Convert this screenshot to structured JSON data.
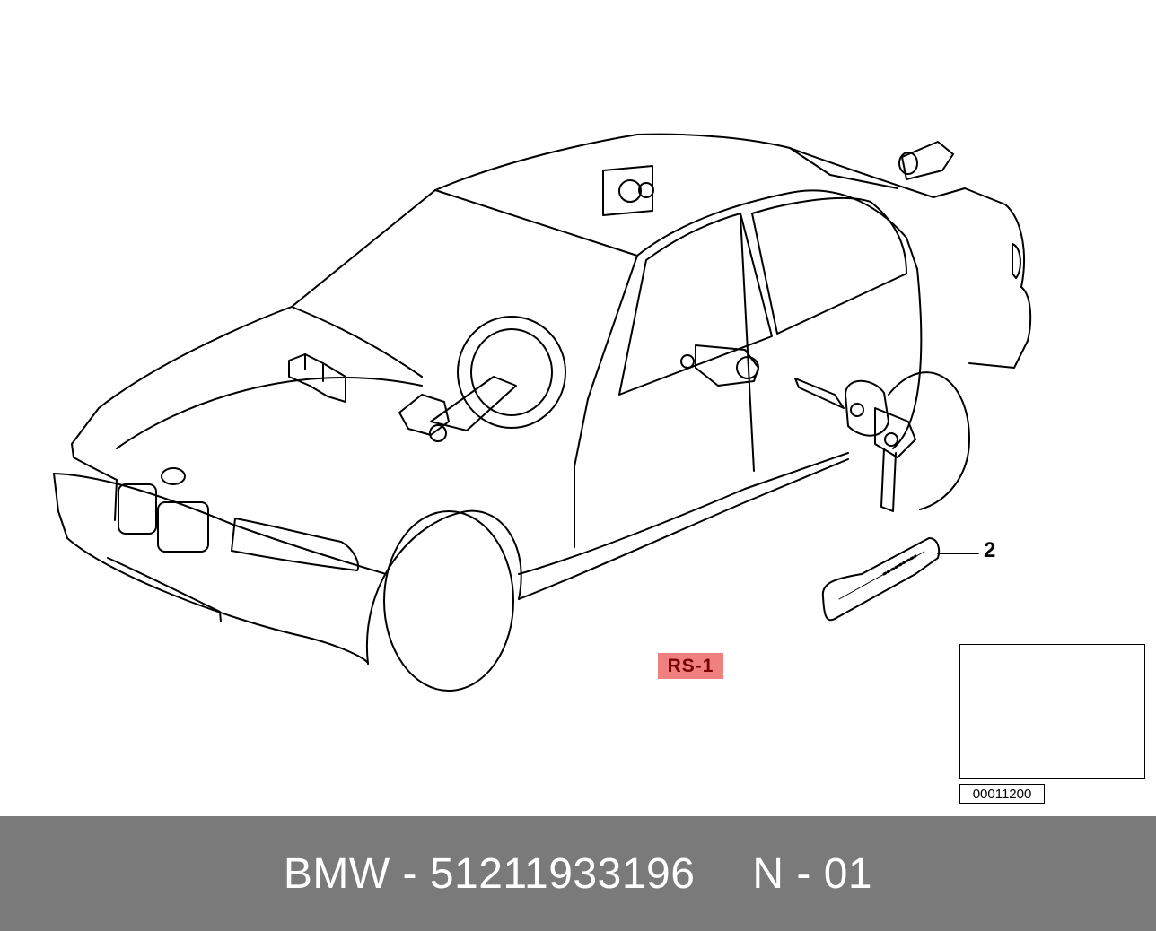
{
  "diagram": {
    "callout_number": "2",
    "rs_badge": "RS-1",
    "thumbnail_id": "00011200",
    "accent_color": "#f08080"
  },
  "footer": {
    "part_text": "BMW - 51211933196",
    "position_text": "N - 01",
    "background_color": "#7a7a7a"
  }
}
